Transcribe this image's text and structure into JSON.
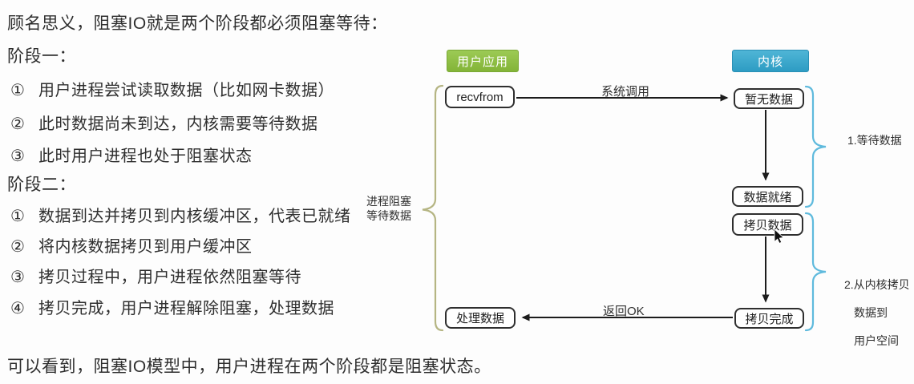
{
  "left_column": {
    "intro": "顾名思义，阻塞IO就是两个阶段都必须阻塞等待：",
    "phase1": {
      "heading": "阶段一：",
      "items": [
        {
          "num": "①",
          "text": "用户进程尝试读取数据（比如网卡数据）"
        },
        {
          "num": "②",
          "text": "此时数据尚未到达，内核需要等待数据"
        },
        {
          "num": "③",
          "text": "此时用户进程也处于阻塞状态"
        }
      ]
    },
    "phase2": {
      "heading": "阶段二：",
      "items": [
        {
          "num": "①",
          "text": "数据到达并拷贝到内核缓冲区，代表已就绪"
        },
        {
          "num": "②",
          "text": "将内核数据拷贝到用户缓冲区"
        },
        {
          "num": "③",
          "text": "拷贝过程中，用户进程依然阻塞等待"
        },
        {
          "num": "④",
          "text": "拷贝完成，用户进程解除阻塞，处理数据"
        }
      ]
    },
    "conclusion": "可以看到，阻塞IO模型中，用户进程在两个阶段都是阻塞状态。"
  },
  "diagram": {
    "headers": {
      "user_app": "用户应用",
      "kernel": "内核"
    },
    "nodes": {
      "recvfrom": "recvfrom",
      "no_data": "暂无数据",
      "data_ready": "数据就绪",
      "copy_data": "拷贝数据",
      "copy_done": "拷贝完成",
      "process_data": "处理数据"
    },
    "edge_labels": {
      "syscall": "系统调用",
      "return_ok": "返回OK"
    },
    "annotations": {
      "left_brace_label": "进程阻塞\n等待数据",
      "right_brace_1_label": "1.等待数据",
      "right_brace_2_lines": [
        "2.从内核拷贝",
        "数据到",
        "用户空间"
      ]
    },
    "colors": {
      "user_app_bg": "#8cbe43",
      "kernel_bg": "#38a8cc",
      "brace_left": "#b5b583",
      "brace_right": "#5fbadd",
      "node_border": "#2f2f2f",
      "arrow": "#1c1c1c",
      "text": "#2e2e2e"
    }
  }
}
